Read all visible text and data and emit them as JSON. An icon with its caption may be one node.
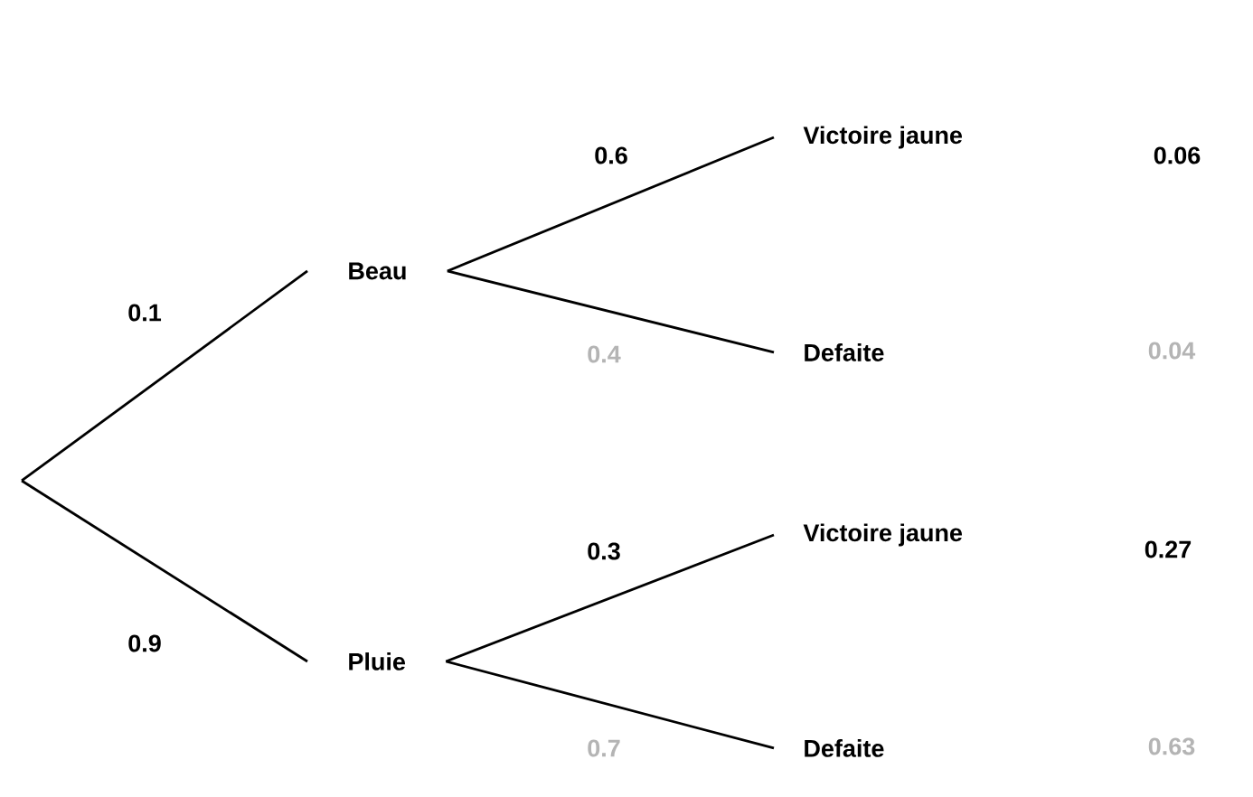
{
  "diagram": {
    "nodes": [
      {
        "text": [
          "Beau"
        ]
      },
      {
        "text": [
          "Pluie"
        ]
      },
      {
        "text": [
          "Victoire jaune"
        ]
      },
      {
        "text": [
          "Defaite"
        ]
      },
      {
        "text": [
          "Victoire jaune"
        ]
      },
      {
        "text": [
          "Defaite"
        ]
      }
    ],
    "edges": [
      {
        "from": null,
        "to": 0,
        "arrow": "none",
        "label": "0.1"
      },
      {
        "from": null,
        "to": 1,
        "arrow": "none",
        "label": "0.9"
      },
      {
        "from": 0,
        "to": 2,
        "arrow": "none",
        "label": "0.6"
      },
      {
        "from": 0,
        "to": 3,
        "arrow": "none",
        "label": "0.4"
      },
      {
        "from": 1,
        "to": 4,
        "arrow": "none",
        "label": "0.3"
      },
      {
        "from": 1,
        "to": 5,
        "arrow": "none",
        "label": "0.7"
      }
    ],
    "labels": [
      "0.06",
      "0.04",
      "0.27",
      "0.63"
    ]
  }
}
